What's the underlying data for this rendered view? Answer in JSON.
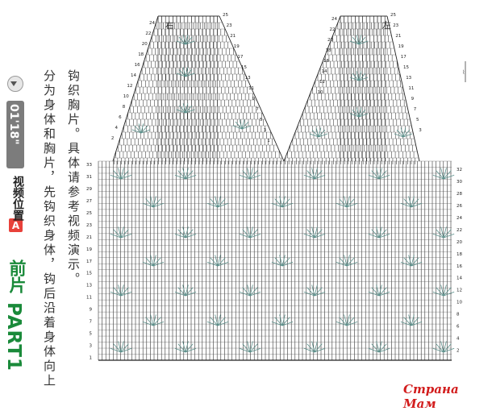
{
  "heading": {
    "part": "PART1",
    "section": "前片",
    "badge": "A"
  },
  "video": {
    "label": "视频位置",
    "time": "01'18\""
  },
  "description": {
    "line1": "分为身体和胸片，先钩织身体，钩后沿着身体向上",
    "line2": "钩织胸片。具体请参考视频演示。"
  },
  "chart_labels": {
    "left_top": "右",
    "right_top": "左"
  },
  "body_rows_left": [
    "33",
    "31",
    "29",
    "27",
    "25",
    "23",
    "21",
    "19",
    "17",
    "15",
    "13",
    "11",
    "9",
    "7",
    "5",
    "3",
    "1"
  ],
  "body_rows_right": [
    "32",
    "30",
    "28",
    "26",
    "24",
    "22",
    "20",
    "18",
    "16",
    "14",
    "12",
    "10",
    "8",
    "6",
    "4",
    "2"
  ],
  "yoke_left_a": [
    "24",
    "22",
    "20",
    "18",
    "16",
    "14",
    "12",
    "10",
    "8",
    "6",
    "4",
    "2"
  ],
  "yoke_right_a": [
    "25",
    "23",
    "21",
    "19",
    "17",
    "15",
    "13",
    "11",
    "9",
    "7",
    "5",
    "3",
    "1"
  ],
  "yoke_left_b": [
    "24",
    "22",
    "20",
    "18",
    "16",
    "14",
    "12",
    "10"
  ],
  "yoke_right_b": [
    "25",
    "23",
    "21",
    "19",
    "17",
    "15",
    "13",
    "11",
    "9",
    "7",
    "5",
    "3"
  ],
  "watermark": "Страна Мам",
  "colors": {
    "title_green": "#1a8a3a",
    "badge_red": "#e8413a",
    "stitch": "#222222",
    "watermark": "#d21d1d"
  }
}
